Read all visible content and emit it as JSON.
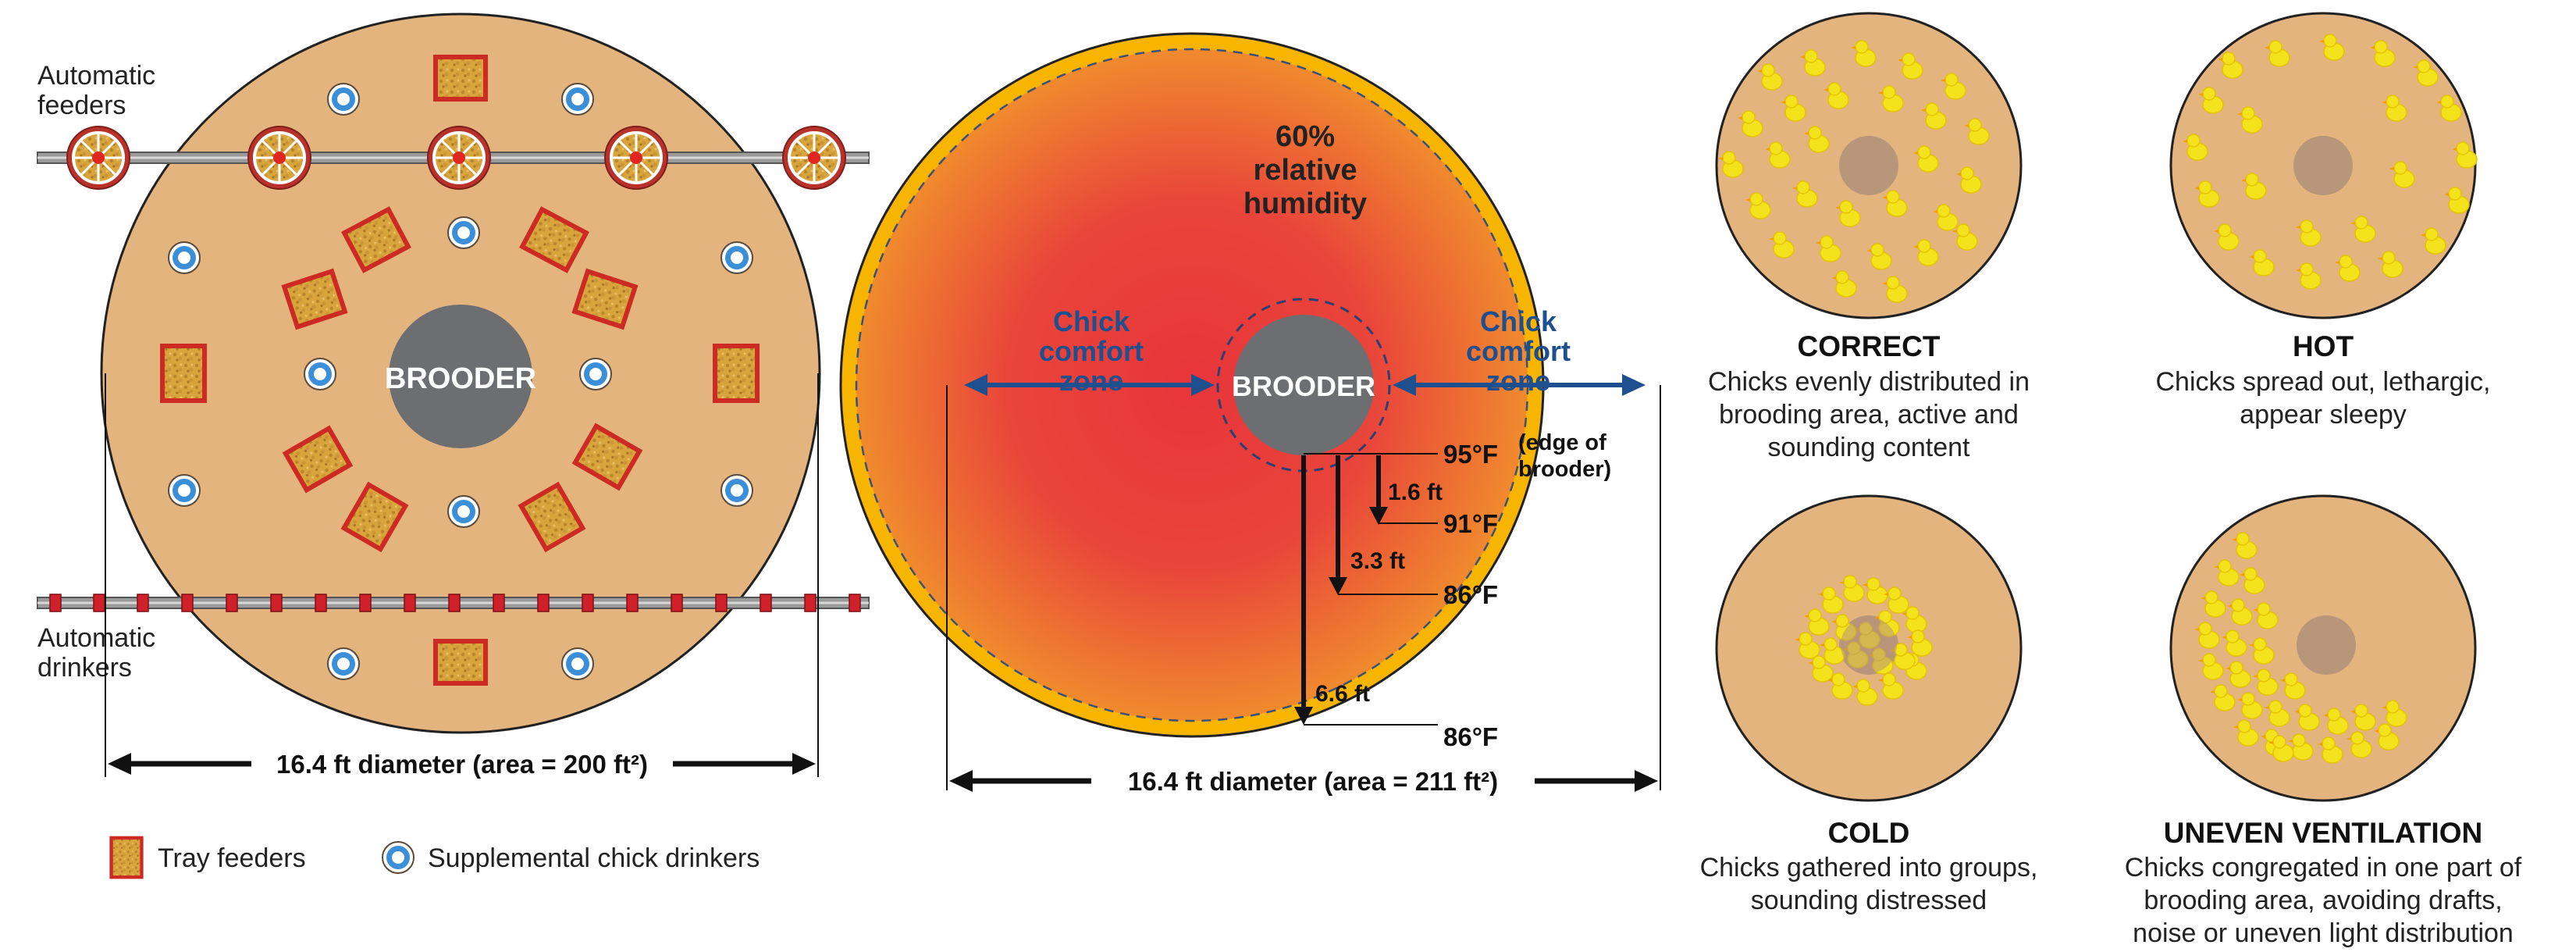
{
  "left_layout": {
    "brooder_label": "BROODER",
    "feeders_label_line1": "Automatic",
    "feeders_label_line2": "feeders",
    "drinkers_label_line1": "Automatic",
    "drinkers_label_line2": "drinkers",
    "diameter_label": "16.4 ft diameter (area = 200 ft²)",
    "legend": {
      "tray_feeders": "Tray feeders",
      "chick_drinkers": "Supplemental chick drinkers"
    }
  },
  "temperature_layout": {
    "humidity_line1": "60%",
    "humidity_line2": "relative",
    "humidity_line3": "humidity",
    "brooder_label": "BROODER",
    "comfort_left_line1": "Chick",
    "comfort_left_line2": "comfort",
    "comfort_left_line3": "zone",
    "comfort_right_line1": "Chick",
    "comfort_right_line2": "comfort",
    "comfort_right_line3": "zone",
    "temp_edge": "95°F",
    "edge_note_line1": "(edge of",
    "edge_note_line2": "brooder)",
    "dist_1": "1.6 ft",
    "temp_1": "91°F",
    "dist_2": "3.3 ft",
    "temp_2": "86°F",
    "dist_3": "6.6 ft",
    "temp_3": "86°F",
    "diameter_label": "16.4 ft diameter (area = 211 ft²)"
  },
  "behaviour_panels": [
    {
      "title": "CORRECT",
      "line1": "Chicks evenly distributed in",
      "line2": "brooding area, active and",
      "line3": "sounding content"
    },
    {
      "title": "HOT",
      "line1": "Chicks spread out, lethargic,",
      "line2": "appear sleepy",
      "line3": ""
    },
    {
      "title": "COLD",
      "line1": "Chicks gathered into groups,",
      "line2": "sounding distressed",
      "line3": ""
    },
    {
      "title": "UNEVEN VENTILATION",
      "line1": "Chicks congregated in one part of",
      "line2": "brooding area, avoiding drafts,",
      "line3": "noise or uneven light distribution"
    }
  ],
  "colors": {
    "floor": "#e3b47e",
    "brooder": "#6d6e71",
    "heat_center": "#e8353a",
    "heat_edge": "#f0832f",
    "ring": "#f7b500",
    "arrow_blue": "#1e4f8f",
    "chick": "#f4e21c"
  }
}
